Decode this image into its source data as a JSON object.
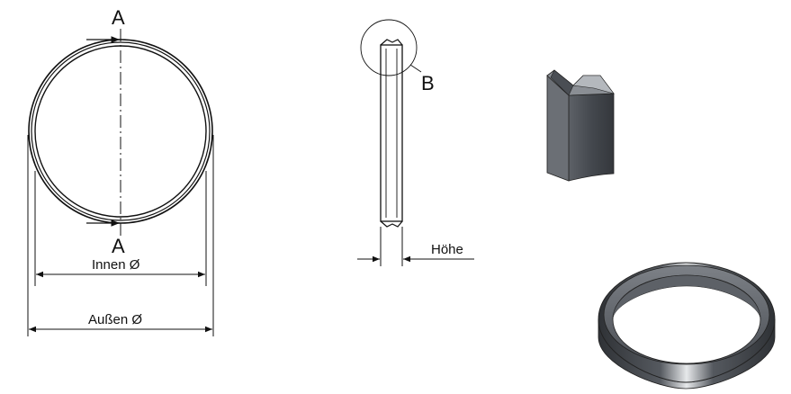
{
  "labels": {
    "section_top": "A",
    "section_bottom": "A",
    "detail": "B",
    "inner_diameter": "Innen Ø",
    "outer_diameter": "Außen Ø",
    "height": "Höhe"
  },
  "colors": {
    "line": "#111111",
    "ring_dark": "#3c3f44",
    "ring_mid": "#5a5e64",
    "ring_light": "#9a9ea4",
    "ring_highlight": "#e6e8ea"
  }
}
